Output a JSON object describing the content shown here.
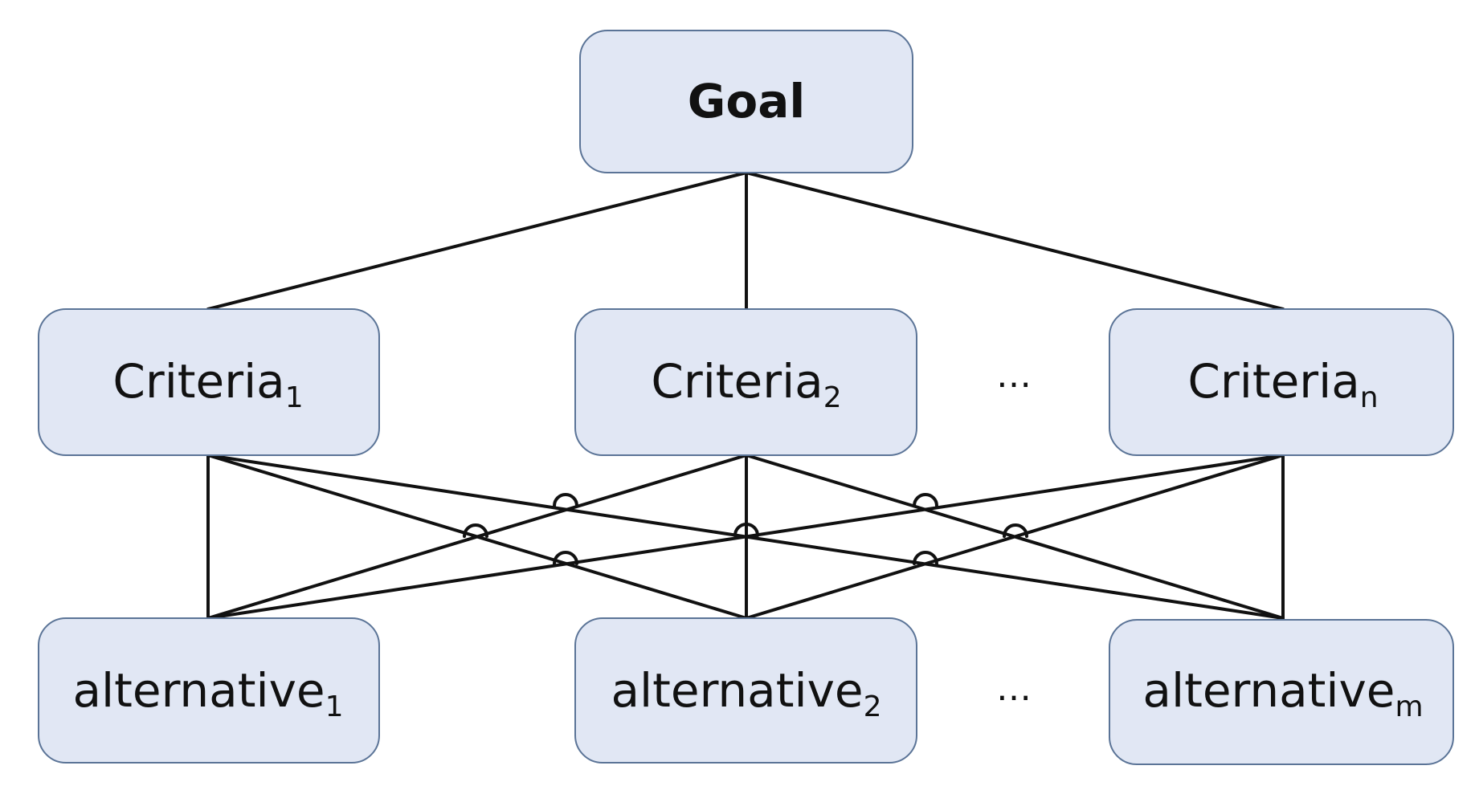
{
  "goal": {
    "label": "Goal"
  },
  "criteria": [
    {
      "base": "Criteria",
      "sub": "1"
    },
    {
      "base": "Criteria",
      "sub": "2"
    },
    {
      "base": "Criteria",
      "sub": "n"
    }
  ],
  "alternatives": [
    {
      "base": "alternative",
      "sub": "1"
    },
    {
      "base": "alternative",
      "sub": "2"
    },
    {
      "base": "alternative",
      "sub": "m"
    }
  ],
  "ellipsis": "…",
  "colors": {
    "box_fill": "#e1e7f4",
    "box_stroke": "#5b7497",
    "line": "#111111"
  }
}
